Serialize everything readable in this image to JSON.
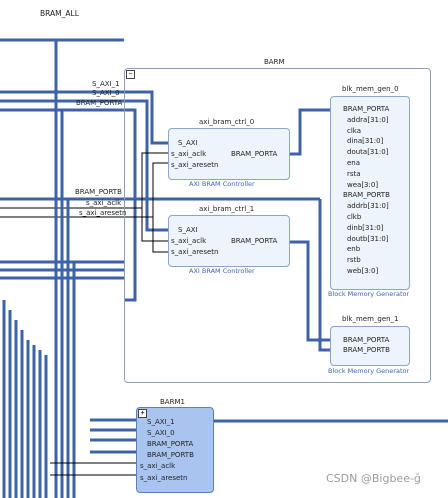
{
  "diagram": {
    "outer_block": "BRAM_ALL",
    "blocks": {
      "barm": {
        "title": "BARM",
        "collapse_glyph": "−",
        "ports": {
          "s_axi_1": "S_AXI_1",
          "s_axi_0": "S_AXI_0",
          "bram_porta": "BRAM_PORTA",
          "bram_portb": "BRAM_PORTB",
          "s_axi_aclk": "s_axi_aclk",
          "s_axi_aresetn": "s_axi_aresetn"
        }
      },
      "axi_bram_ctrl_0": {
        "title": "axi_bram_ctrl_0",
        "subtitle": "AXI BRAM Controller",
        "ports_in": [
          "S_AXI",
          "s_axi_aclk",
          "s_axi_aresetn"
        ],
        "ports_out": [
          "BRAM_PORTA"
        ]
      },
      "axi_bram_ctrl_1": {
        "title": "axi_bram_ctrl_1",
        "subtitle": "AXI BRAM Controller",
        "ports_in": [
          "S_AXI",
          "s_axi_aclk",
          "s_axi_aresetn"
        ],
        "ports_out": [
          "BRAM_PORTA"
        ]
      },
      "blk_mem_gen_0": {
        "title": "blk_mem_gen_0",
        "subtitle": "Block Memory Generator",
        "ports": [
          "BRAM_PORTA",
          "addra[31:0]",
          "clka",
          "dina[31:0]",
          "douta[31:0]",
          "ena",
          "rsta",
          "wea[3:0]",
          "BRAM_PORTB",
          "addrb[31:0]",
          "clkb",
          "dinb[31:0]",
          "doutb[31:0]",
          "enb",
          "rstb",
          "web[3:0]"
        ]
      },
      "blk_mem_gen_1": {
        "title": "blk_mem_gen_1",
        "subtitle": "Block Memory Generator",
        "ports": [
          "BRAM_PORTA",
          "BRAM_PORTB"
        ]
      },
      "barm1": {
        "title": "BARM1",
        "collapse_glyph": "+",
        "ports": [
          "S_AXI_1",
          "S_AXI_0",
          "BRAM_PORTA",
          "BRAM_PORTB",
          "s_axi_aclk",
          "s_axi_aresetn"
        ]
      }
    },
    "colors": {
      "bus": "#3d62a8",
      "net": "#000000",
      "block_fill": "#eef4fb",
      "hier_fill": "#a9c4ef",
      "subtitle": "#3a68b0"
    }
  },
  "watermark": "CSDN @Bigbee-ğ"
}
